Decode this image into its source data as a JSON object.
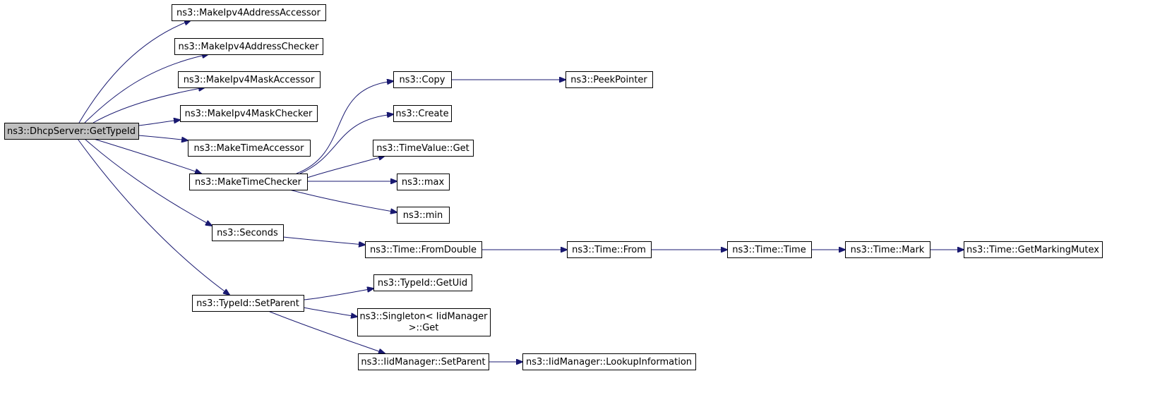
{
  "colors": {
    "edge": "#191970",
    "root_fill": "#bfbfbf",
    "node_fill": "#ffffff",
    "border": "#000000"
  },
  "nodes": [
    {
      "id": "root",
      "label": "ns3::DhcpServer::GetTypeId"
    },
    {
      "id": "mk_addr_acc",
      "label": "ns3::MakeIpv4AddressAccessor"
    },
    {
      "id": "mk_addr_chk",
      "label": "ns3::MakeIpv4AddressChecker"
    },
    {
      "id": "mk_mask_acc",
      "label": "ns3::MakeIpv4MaskAccessor"
    },
    {
      "id": "mk_mask_chk",
      "label": "ns3::MakeIpv4MaskChecker"
    },
    {
      "id": "mk_time_acc",
      "label": "ns3::MakeTimeAccessor"
    },
    {
      "id": "mk_time_chk",
      "label": "ns3::MakeTimeChecker"
    },
    {
      "id": "seconds",
      "label": "ns3::Seconds"
    },
    {
      "id": "set_parent",
      "label": "ns3::TypeId::SetParent"
    },
    {
      "id": "copy",
      "label": "ns3::Copy"
    },
    {
      "id": "peek",
      "label": "ns3::PeekPointer"
    },
    {
      "id": "create",
      "label": "ns3::Create"
    },
    {
      "id": "tv_get",
      "label": "ns3::TimeValue::Get"
    },
    {
      "id": "max",
      "label": "ns3::max"
    },
    {
      "id": "min",
      "label": "ns3::min"
    },
    {
      "id": "from_double",
      "label": "ns3::Time::FromDouble"
    },
    {
      "id": "from",
      "label": "ns3::Time::From"
    },
    {
      "id": "time",
      "label": "ns3::Time::Time"
    },
    {
      "id": "mark",
      "label": "ns3::Time::Mark"
    },
    {
      "id": "mutex",
      "label": "ns3::Time::GetMarkingMutex"
    },
    {
      "id": "get_uid",
      "label": "ns3::TypeId::GetUid"
    },
    {
      "id": "singleton",
      "label": "ns3::Singleton< IidManager",
      "label2": ">::Get"
    },
    {
      "id": "iid_set_parent",
      "label": "ns3::IidManager::SetParent"
    },
    {
      "id": "lookup",
      "label": "ns3::IidManager::LookupInformation"
    }
  ],
  "edges": [
    [
      "root",
      "mk_addr_acc"
    ],
    [
      "root",
      "mk_addr_chk"
    ],
    [
      "root",
      "mk_mask_acc"
    ],
    [
      "root",
      "mk_mask_chk"
    ],
    [
      "root",
      "mk_time_acc"
    ],
    [
      "root",
      "mk_time_chk"
    ],
    [
      "root",
      "seconds"
    ],
    [
      "root",
      "set_parent"
    ],
    [
      "mk_time_chk",
      "copy"
    ],
    [
      "mk_time_chk",
      "create"
    ],
    [
      "mk_time_chk",
      "tv_get"
    ],
    [
      "mk_time_chk",
      "max"
    ],
    [
      "mk_time_chk",
      "min"
    ],
    [
      "copy",
      "peek"
    ],
    [
      "seconds",
      "from_double"
    ],
    [
      "from_double",
      "from"
    ],
    [
      "from",
      "time"
    ],
    [
      "time",
      "mark"
    ],
    [
      "mark",
      "mutex"
    ],
    [
      "set_parent",
      "get_uid"
    ],
    [
      "set_parent",
      "singleton"
    ],
    [
      "set_parent",
      "iid_set_parent"
    ],
    [
      "iid_set_parent",
      "lookup"
    ]
  ]
}
